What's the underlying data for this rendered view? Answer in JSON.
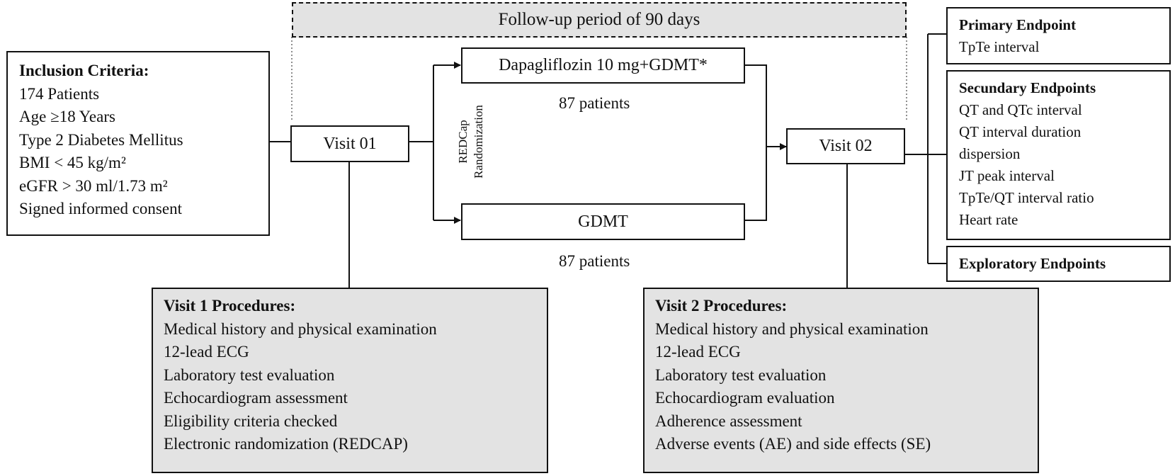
{
  "follow_up": {
    "label": "Follow-up period of 90 days"
  },
  "inclusion": {
    "title": "Inclusion Criteria:",
    "items": [
      "174 Patients",
      "Age ≥18 Years",
      "Type 2 Diabetes Mellitus",
      "BMI < 45 kg/m²",
      "eGFR > 30 ml/1.73 m²",
      "Signed informed consent"
    ]
  },
  "visit1": {
    "label": "Visit 01"
  },
  "visit2": {
    "label": "Visit 02"
  },
  "randomization": {
    "line1": "REDCap",
    "line2": "Randomization"
  },
  "arm_treatment": {
    "label": "Dapagliflozin 10 mg+GDMT*",
    "patients": "87 patients"
  },
  "arm_control": {
    "label": "GDMT",
    "patients": "87 patients"
  },
  "primary": {
    "title": "Primary Endpoint",
    "items": [
      "TpTe interval"
    ]
  },
  "secondary": {
    "title": "Secundary Endpoints",
    "items": [
      "QT and QTc interval",
      "QT interval duration",
      "dispersion",
      "JT peak interval",
      "TpTe/QT interval ratio",
      "Heart rate"
    ]
  },
  "exploratory": {
    "title": "Exploratory Endpoints"
  },
  "visit1_procedures": {
    "title": "Visit 1 Procedures:",
    "items": [
      "Medical history and physical examination",
      "12-lead ECG",
      "Laboratory test evaluation",
      "Echocardiogram assessment",
      "Eligibility criteria checked",
      "Electronic randomization (REDCAP)"
    ]
  },
  "visit2_procedures": {
    "title": "Visit 2 Procedures:",
    "items": [
      "Medical history and physical examination",
      "12-lead ECG",
      "Laboratory test evaluation",
      "Echocardiogram evaluation",
      "Adherence assessment",
      "Adverse events (AE) and side effects (SE)"
    ]
  }
}
